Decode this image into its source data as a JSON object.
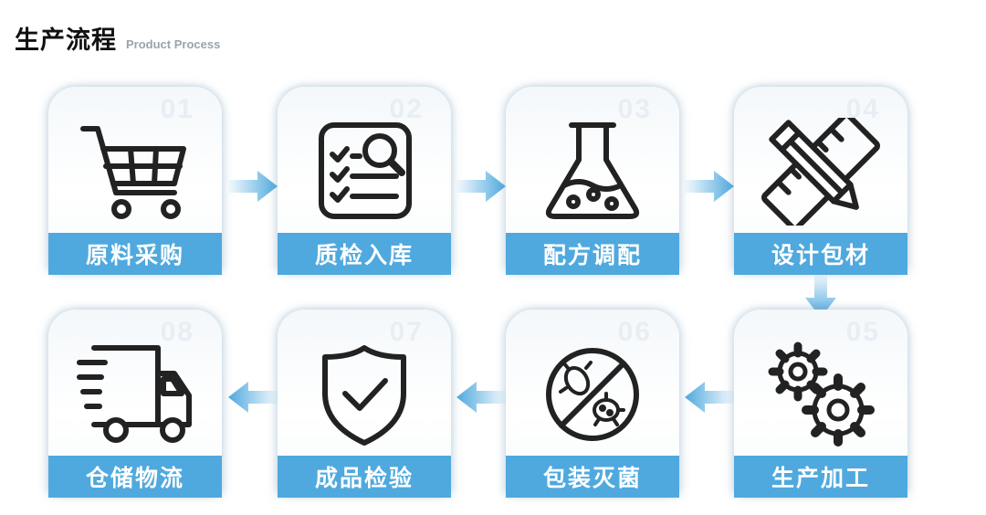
{
  "header": {
    "title": "生产流程",
    "subtitle": "Product Process"
  },
  "steps": [
    {
      "number": "01",
      "label": "原料采购",
      "icon": "shopping-cart-icon"
    },
    {
      "number": "02",
      "label": "质检入库",
      "icon": "checklist-search-icon"
    },
    {
      "number": "03",
      "label": "配方调配",
      "icon": "flask-icon"
    },
    {
      "number": "04",
      "label": "设计包材",
      "icon": "pencil-ruler-icon"
    },
    {
      "number": "05",
      "label": "生产加工",
      "icon": "gears-icon"
    },
    {
      "number": "06",
      "label": "包装灭菌",
      "icon": "no-bacteria-icon"
    },
    {
      "number": "07",
      "label": "成品检验",
      "icon": "shield-check-icon"
    },
    {
      "number": "08",
      "label": "仓储物流",
      "icon": "delivery-truck-icon"
    }
  ],
  "colors": {
    "accent": "#4fa9de",
    "icon_stroke": "#222222",
    "title": "#111111"
  }
}
